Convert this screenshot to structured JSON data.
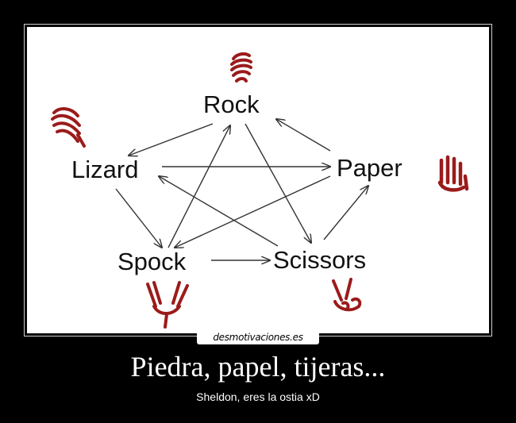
{
  "diagram": {
    "nodes": {
      "rock": "Rock",
      "paper": "Paper",
      "scissors": "Scissors",
      "lizard": "Lizard",
      "spock": "Spock"
    },
    "edges": [
      {
        "from": "Rock",
        "to": "Lizard"
      },
      {
        "from": "Rock",
        "to": "Scissors"
      },
      {
        "from": "Paper",
        "to": "Rock"
      },
      {
        "from": "Paper",
        "to": "Spock"
      },
      {
        "from": "Scissors",
        "to": "Paper"
      },
      {
        "from": "Scissors",
        "to": "Lizard"
      },
      {
        "from": "Lizard",
        "to": "Paper"
      },
      {
        "from": "Lizard",
        "to": "Spock"
      },
      {
        "from": "Spock",
        "to": "Rock"
      },
      {
        "from": "Spock",
        "to": "Scissors"
      }
    ],
    "hand_icons": [
      "rock-hand-icon",
      "paper-hand-icon",
      "scissors-hand-icon",
      "spock-hand-icon",
      "lizard-hand-icon"
    ],
    "hand_color": "#9b1b1b"
  },
  "watermark": "desmotivaciones.es",
  "caption": {
    "title": "Piedra, papel, tijeras...",
    "subtitle": "Sheldon, eres la ostia xD"
  }
}
